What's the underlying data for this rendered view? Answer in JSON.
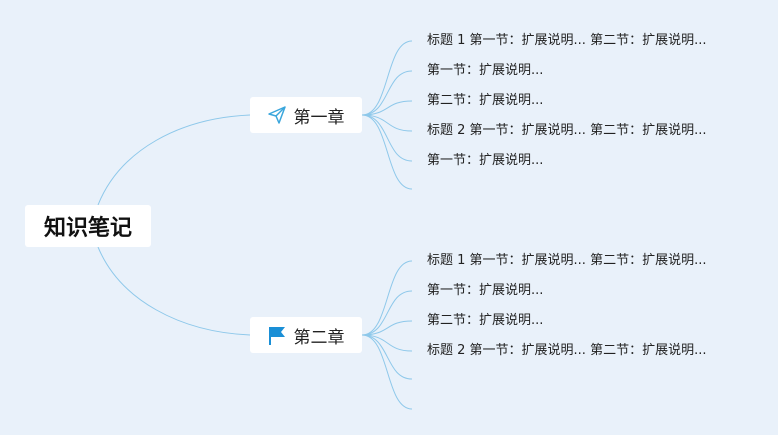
{
  "root": {
    "label": "知识笔记"
  },
  "branches": [
    {
      "label": "第一章",
      "icon": "paper-plane-icon",
      "leaves": [
        "标题 1 第一节：扩展说明... 第二节：扩展说明...",
        "第一节：扩展说明...",
        "第二节：扩展说明...",
        "标题 2 第一节：扩展说明... 第二节：扩展说明...",
        "第一节：扩展说明...",
        ""
      ]
    },
    {
      "label": "第二章",
      "icon": "flag-icon",
      "leaves": [
        "标题 1 第一节：扩展说明... 第二节：扩展说明...",
        "第一节：扩展说明...",
        "第二节：扩展说明...",
        "标题 2 第一节：扩展说明... 第二节：扩展说明...",
        "",
        ""
      ]
    }
  ],
  "colors": {
    "background": "#e9f1fa",
    "link": "#8ec8ea",
    "plane": "#3aa6dc",
    "flag": "#1a8fd6"
  }
}
